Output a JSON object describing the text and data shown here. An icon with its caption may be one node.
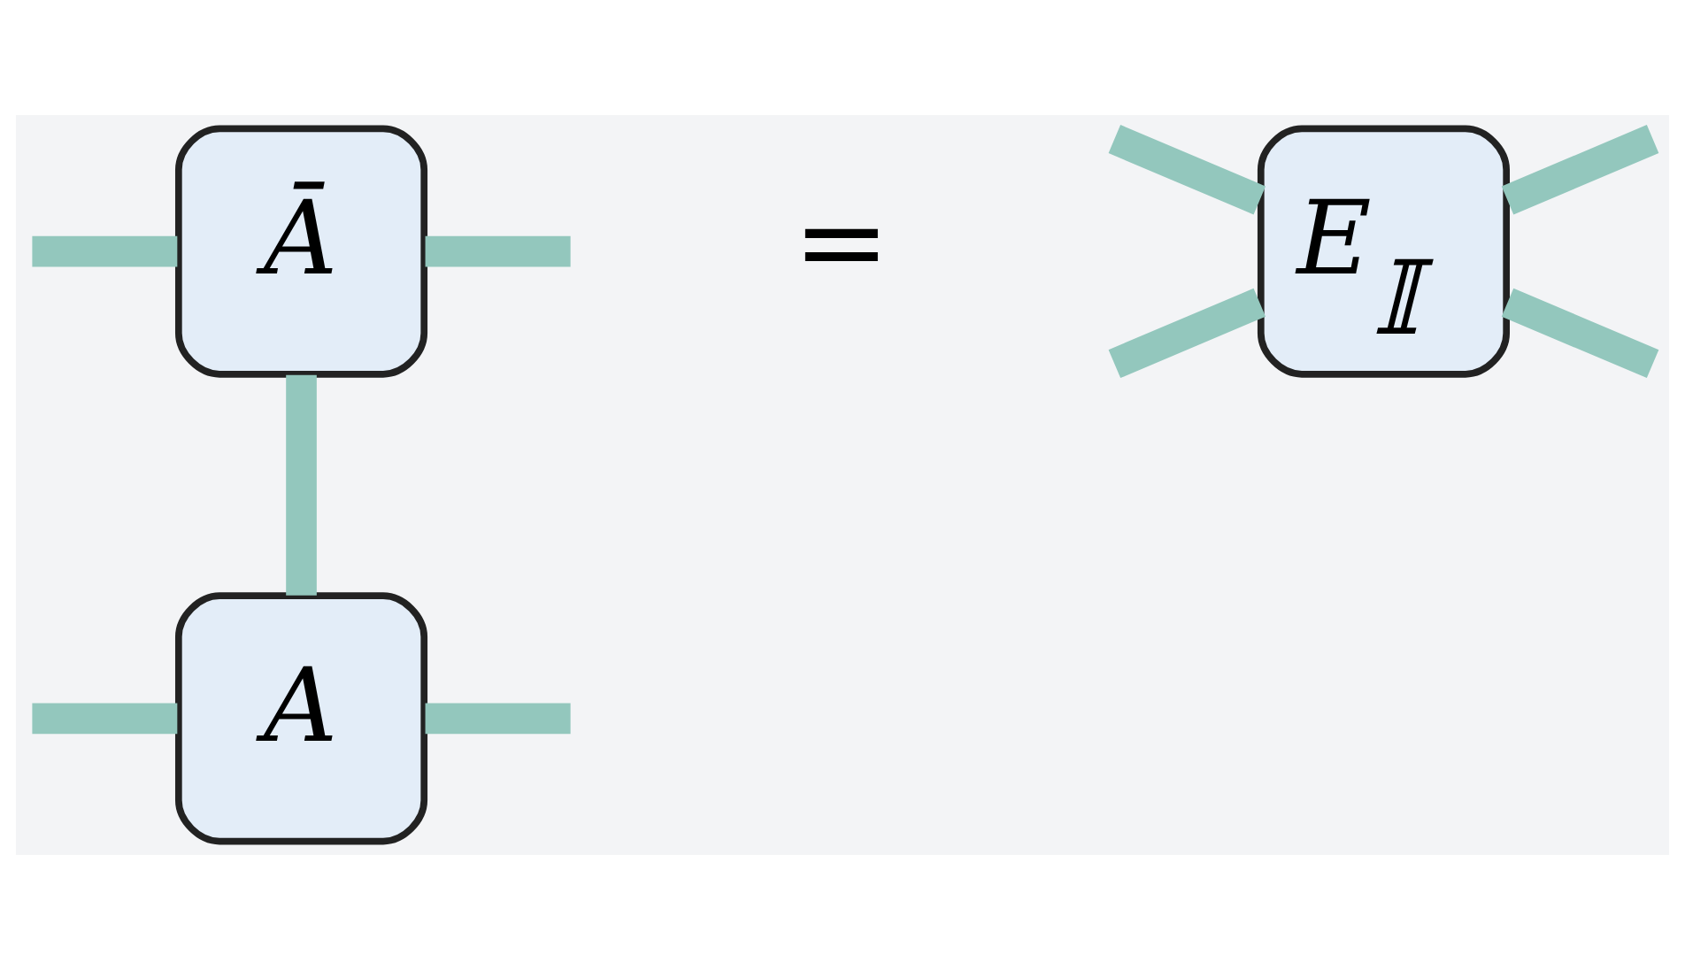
{
  "diagram": {
    "nodes": [
      {
        "text": [
          "Ā"
        ]
      },
      {
        "text": [
          "A"
        ]
      },
      {
        "text": [
          "E$_{𝕀}$"
        ]
      }
    ],
    "edges": [
      {
        "from": null,
        "to": 0,
        "arrow": "none"
      },
      {
        "from": 0,
        "to": null,
        "arrow": "none"
      },
      {
        "from": 0,
        "to": 1,
        "arrow": "none"
      },
      {
        "from": null,
        "to": 1,
        "arrow": "none"
      },
      {
        "from": 1,
        "to": null,
        "arrow": "none"
      },
      {
        "from": null,
        "to": 2,
        "arrow": "none"
      },
      {
        "from": null,
        "to": 2,
        "arrow": "none"
      },
      {
        "from": 2,
        "to": null,
        "arrow": "none"
      },
      {
        "from": 2,
        "to": null,
        "arrow": "none"
      }
    ],
    "labels": [
      "="
    ]
  }
}
